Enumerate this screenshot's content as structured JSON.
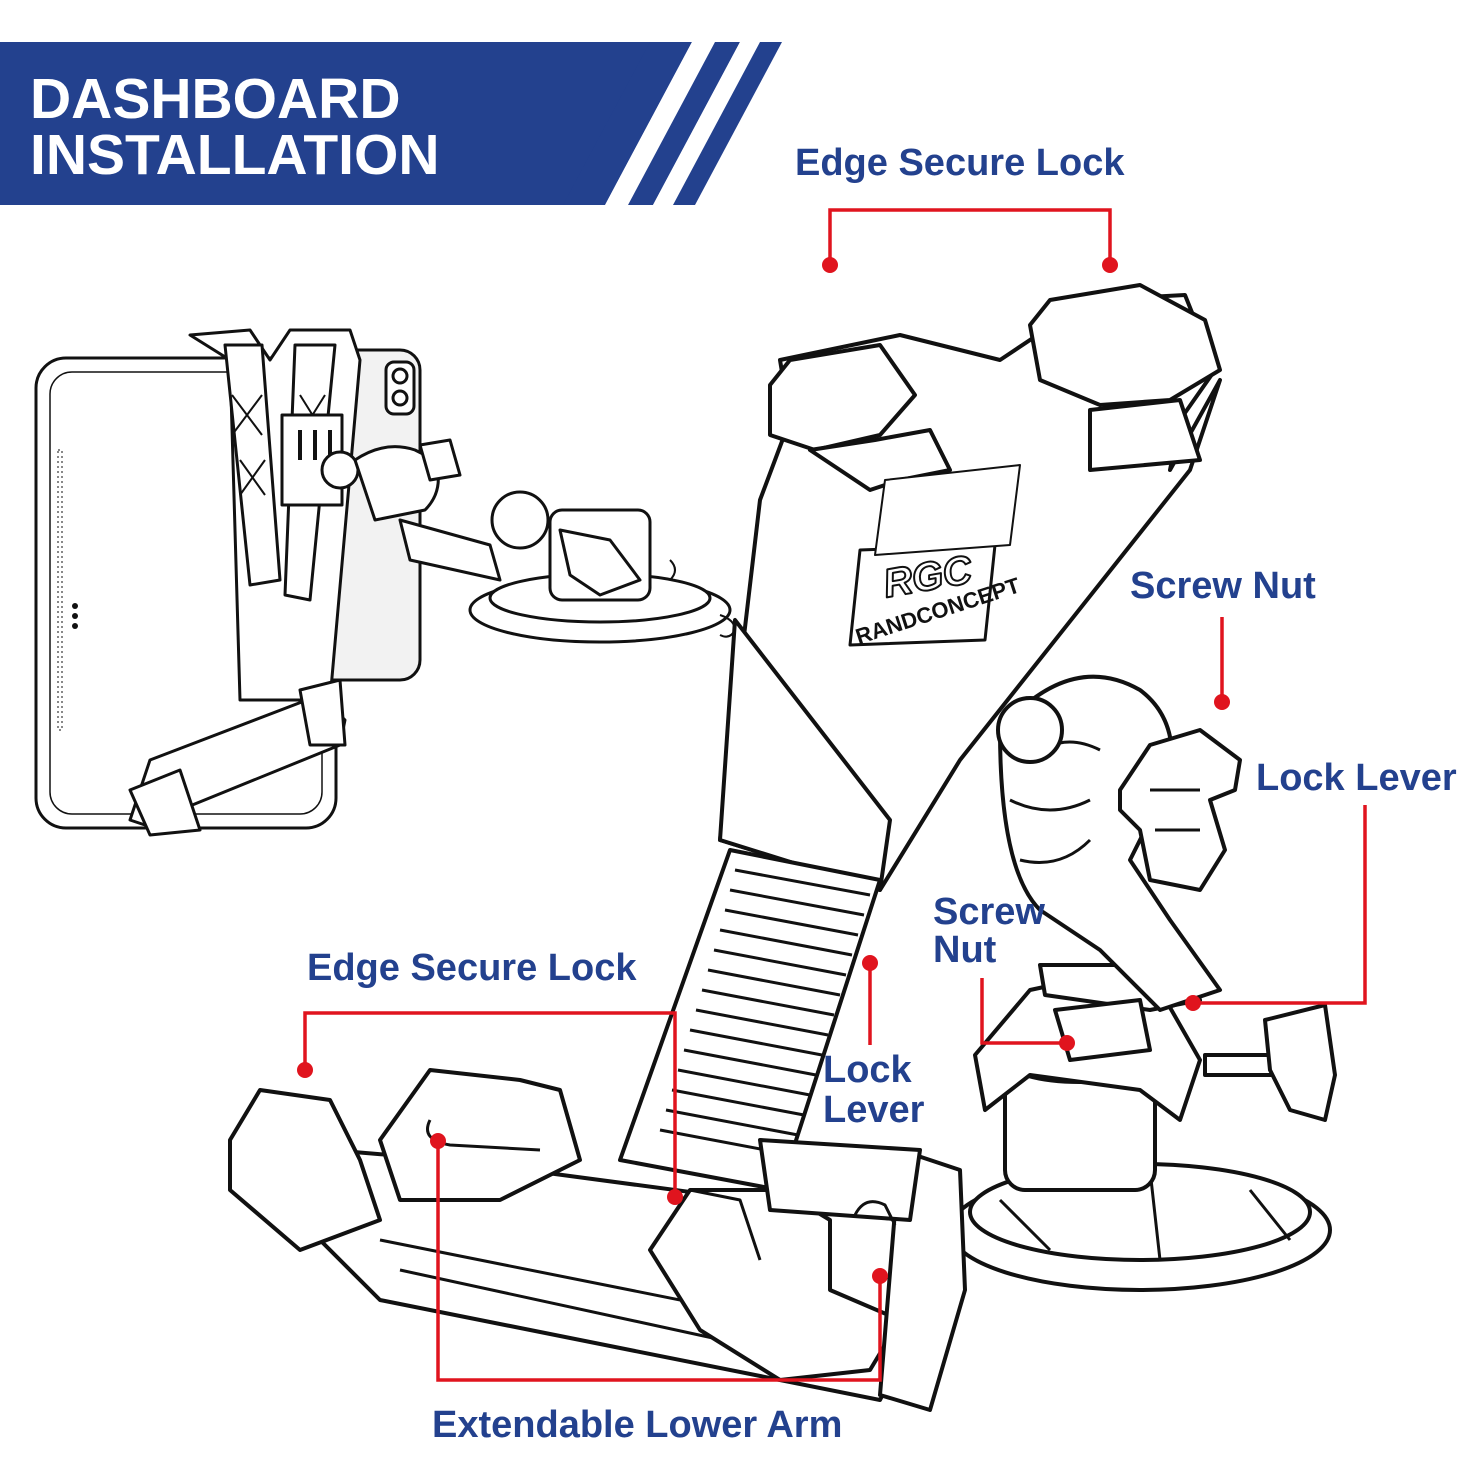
{
  "banner": {
    "line1": "DASHBOARD",
    "line2": "INSTALLATION",
    "color": "#23418e"
  },
  "labels": {
    "edge_secure_lock_top": "Edge Secure Lock",
    "screw_nut_right": "Screw Nut",
    "lock_lever_right": "Lock Lever",
    "screw_nut_mid_line1": "Screw",
    "screw_nut_mid_line2": "Nut",
    "edge_secure_lock_left": "Edge Secure Lock",
    "lock_lever_mid_line1": "Lock",
    "lock_lever_mid_line2": "Lever",
    "extendable_lower_arm": "Extendable Lower Arm"
  },
  "logo_text": "RANDCONCEPT",
  "colors": {
    "label": "#23418e",
    "leader": "#e0141e",
    "outline": "#111111"
  }
}
